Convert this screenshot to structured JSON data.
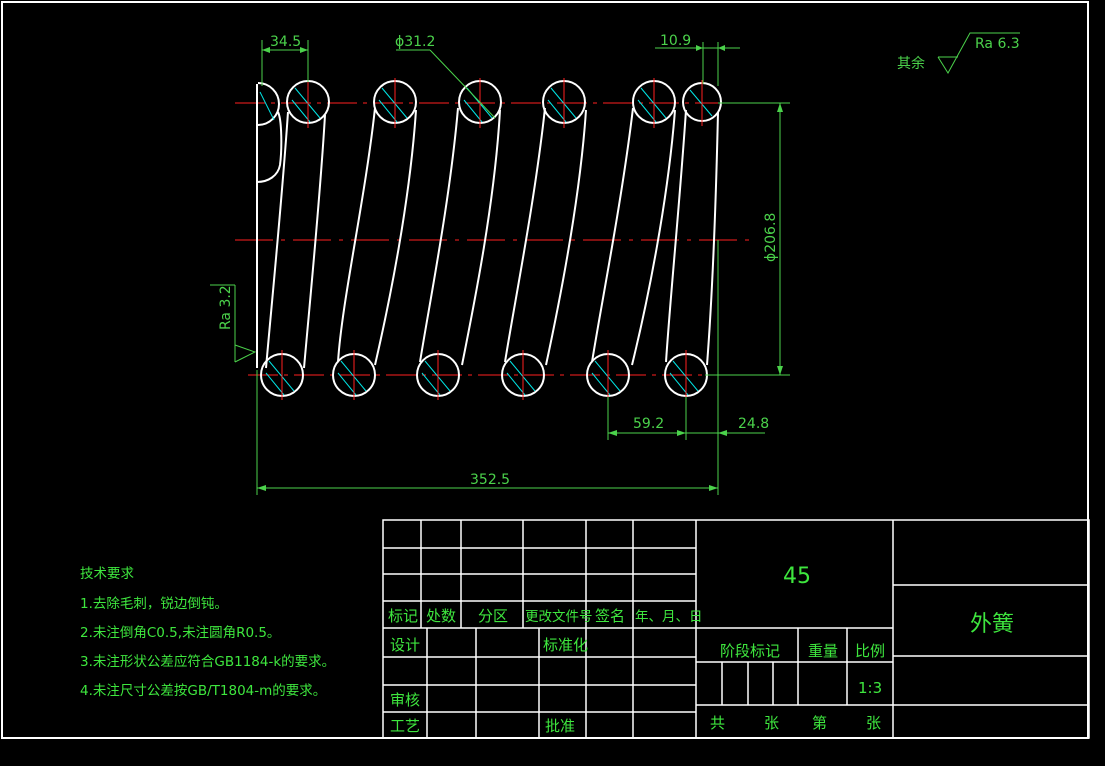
{
  "drawing": {
    "dimensions": {
      "pitch_end": "34.5",
      "wire_diameter": "ϕ31.2",
      "end_gap": "10.9",
      "outer_diameter": "ϕ206.8",
      "pitch": "59.2",
      "end_offset": "24.8",
      "total_length": "352.5"
    },
    "surface_finish": {
      "general_prefix": "其余",
      "general_value": "Ra 6.3",
      "end_face_value": "Ra 3.2"
    },
    "technical_requirements": {
      "title": "技术要求",
      "items": [
        "1.去除毛刺，锐边倒钝。",
        "2.未注倒角C0.5,未注圆角R0.5。",
        "3.未注形状公差应符合GB1184-k的要求。",
        "4.未注尺寸公差按GB/T1804-m的要求。"
      ]
    },
    "title_block": {
      "material": "45",
      "part_name": "外簧",
      "revision_headers": [
        "标记",
        "处数",
        "分区",
        "更改文件号",
        "签名",
        "年、月、日"
      ],
      "design": "设计",
      "standardize": "标准化",
      "review": "审核",
      "process": "工艺",
      "approve": "批准",
      "stage_mark": "阶段标记",
      "weight": "重量",
      "scale_label": "比例",
      "scale_value": "1:3",
      "sheet_total": "共",
      "sheet_unit_1": "张",
      "sheet_no": "第",
      "sheet_unit_2": "张"
    }
  },
  "colors": {
    "background": "#000000",
    "outline": "#ffffff",
    "dimension": "#4bd24b",
    "center_line": "#ff2020",
    "hatch": "#00e5e5"
  }
}
